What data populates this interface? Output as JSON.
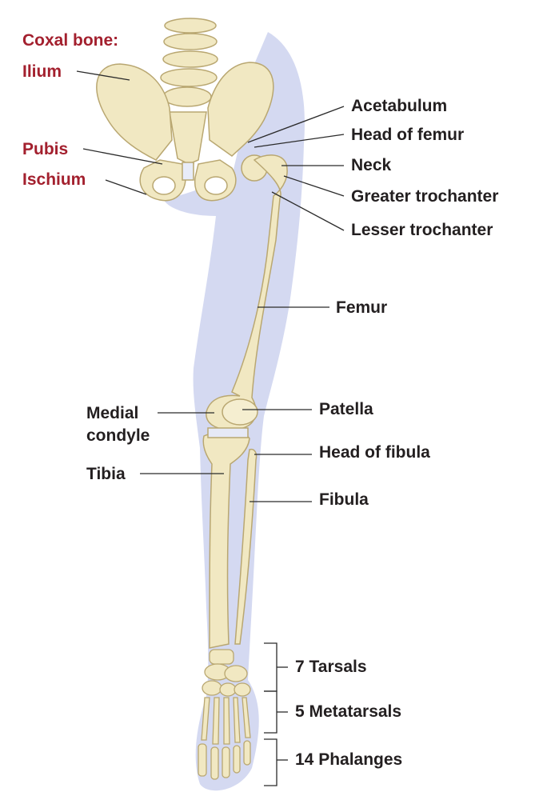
{
  "colors": {
    "bone": "#f1e8c2",
    "bone_outline": "#b9a771",
    "bone_shadow": "#ddd0a0",
    "limb_shadow": "#cdd2ee",
    "label_dark": "#231f20",
    "label_red": "#a3202e",
    "leader_line": "#2b2b2b"
  },
  "labels": {
    "coxal_bone": "Coxal bone:",
    "ilium": "Ilium",
    "pubis": "Pubis",
    "ischium": "Ischium",
    "acetabulum": "Acetabulum",
    "head_of_femur": "Head of femur",
    "neck": "Neck",
    "greater_trochanter": "Greater trochanter",
    "lesser_trochanter": "Lesser trochanter",
    "femur": "Femur",
    "medial_condyle_line1": "Medial",
    "medial_condyle_line2": "condyle",
    "patella": "Patella",
    "head_of_fibula": "Head of fibula",
    "tibia": "Tibia",
    "fibula": "Fibula",
    "tarsals": "7 Tarsals",
    "metatarsals": "5 Metatarsals",
    "phalanges": "14 Phalanges"
  }
}
